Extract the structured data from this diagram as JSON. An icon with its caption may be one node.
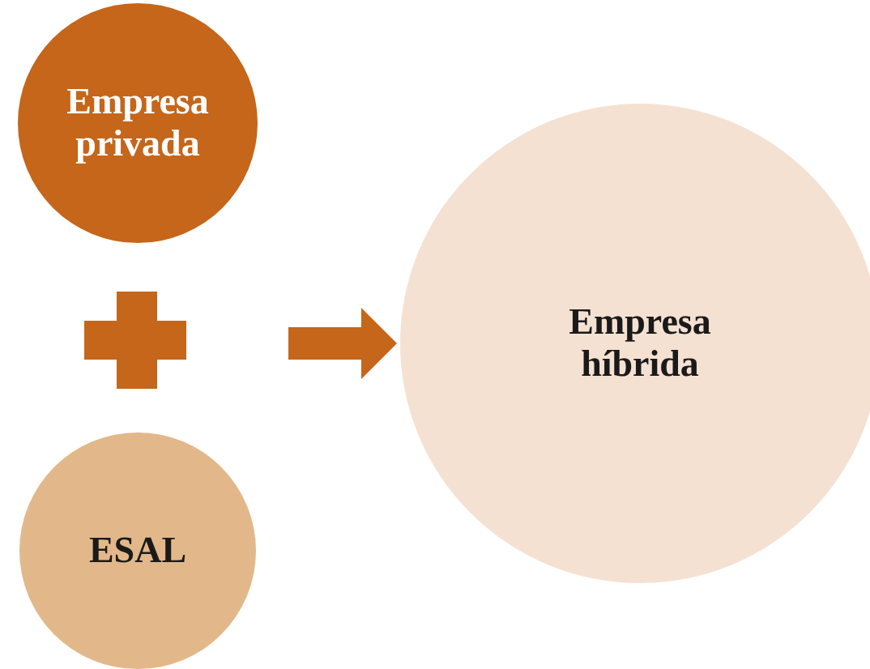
{
  "diagram": {
    "nodes": [
      {
        "text": [
          "Empresa privada"
        ]
      },
      {
        "text": [
          "ESAL"
        ]
      },
      {
        "text": [
          "Empresa híbrida"
        ]
      }
    ],
    "edges": [
      {
        "from": null,
        "to": 2,
        "arrow": "to"
      }
    ]
  }
}
